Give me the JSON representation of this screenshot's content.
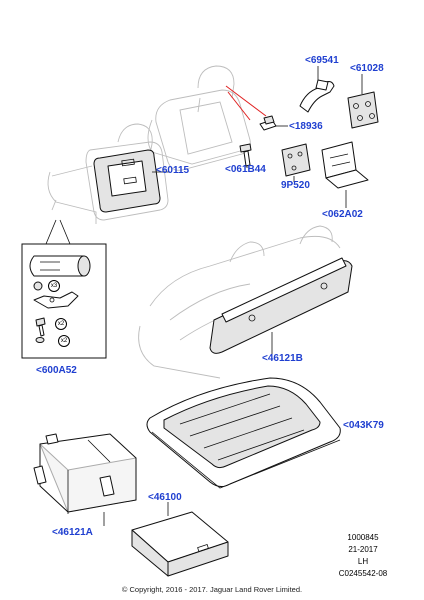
{
  "callouts": {
    "c69541": "<69541",
    "c61028": "<61028",
    "c18936": "<18936",
    "c60115": "<60115",
    "c061B44": "<061B44",
    "c9P520": "9P520",
    "c062A02": "<062A02",
    "c600A52": "<600A52",
    "c46121B": "<46121B",
    "c043K79": "<043K79",
    "c46121A": "<46121A",
    "c46100": "<46100"
  },
  "quantities": {
    "q1": "x3",
    "q2": "x2",
    "q3": "x2"
  },
  "reference": {
    "line1": "1000845",
    "line2": "21-2017",
    "line3": "LH",
    "line4": "C0245542-08"
  },
  "copyright": "© Copyright, 2016 - 2017. Jaguar Land Rover Limited.",
  "colors": {
    "callout": "#1f3fd0",
    "leader_highlight": "#e02020",
    "ghost_outline": "#bdbdbd"
  }
}
